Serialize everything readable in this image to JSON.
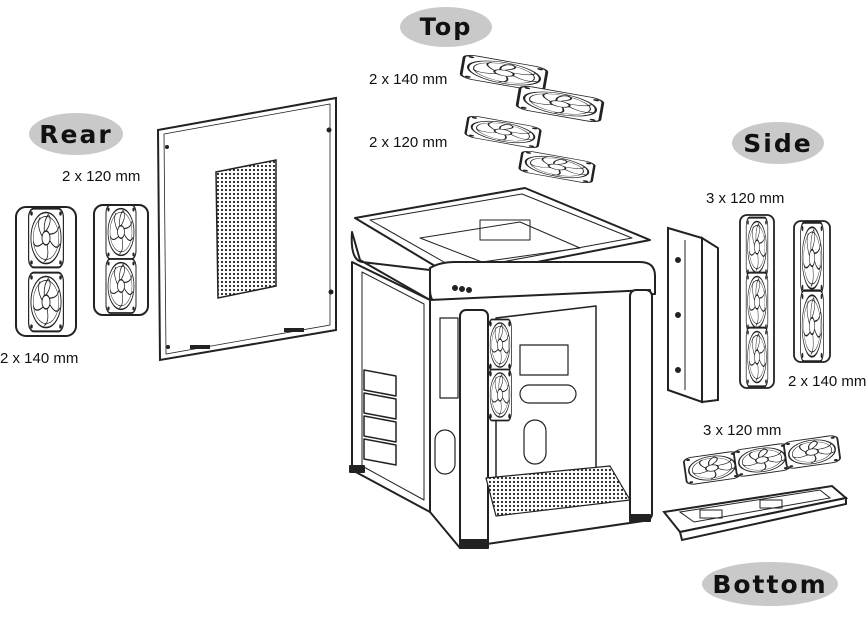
{
  "sections": {
    "top": "Top",
    "rear": "Rear",
    "side": "Side",
    "bottom": "Bottom"
  },
  "captions": {
    "top_140": "2 x 140 mm",
    "top_120": "2 x 120 mm",
    "rear_120": "2 x 120 mm",
    "rear_140": "2 x 140 mm",
    "side_120": "3 x 120 mm",
    "side_140": "2 x 140 mm",
    "bottom_120": "3 x 120 mm"
  },
  "colors": {
    "label_bg": "#c9c9c9",
    "line": "#222222"
  }
}
